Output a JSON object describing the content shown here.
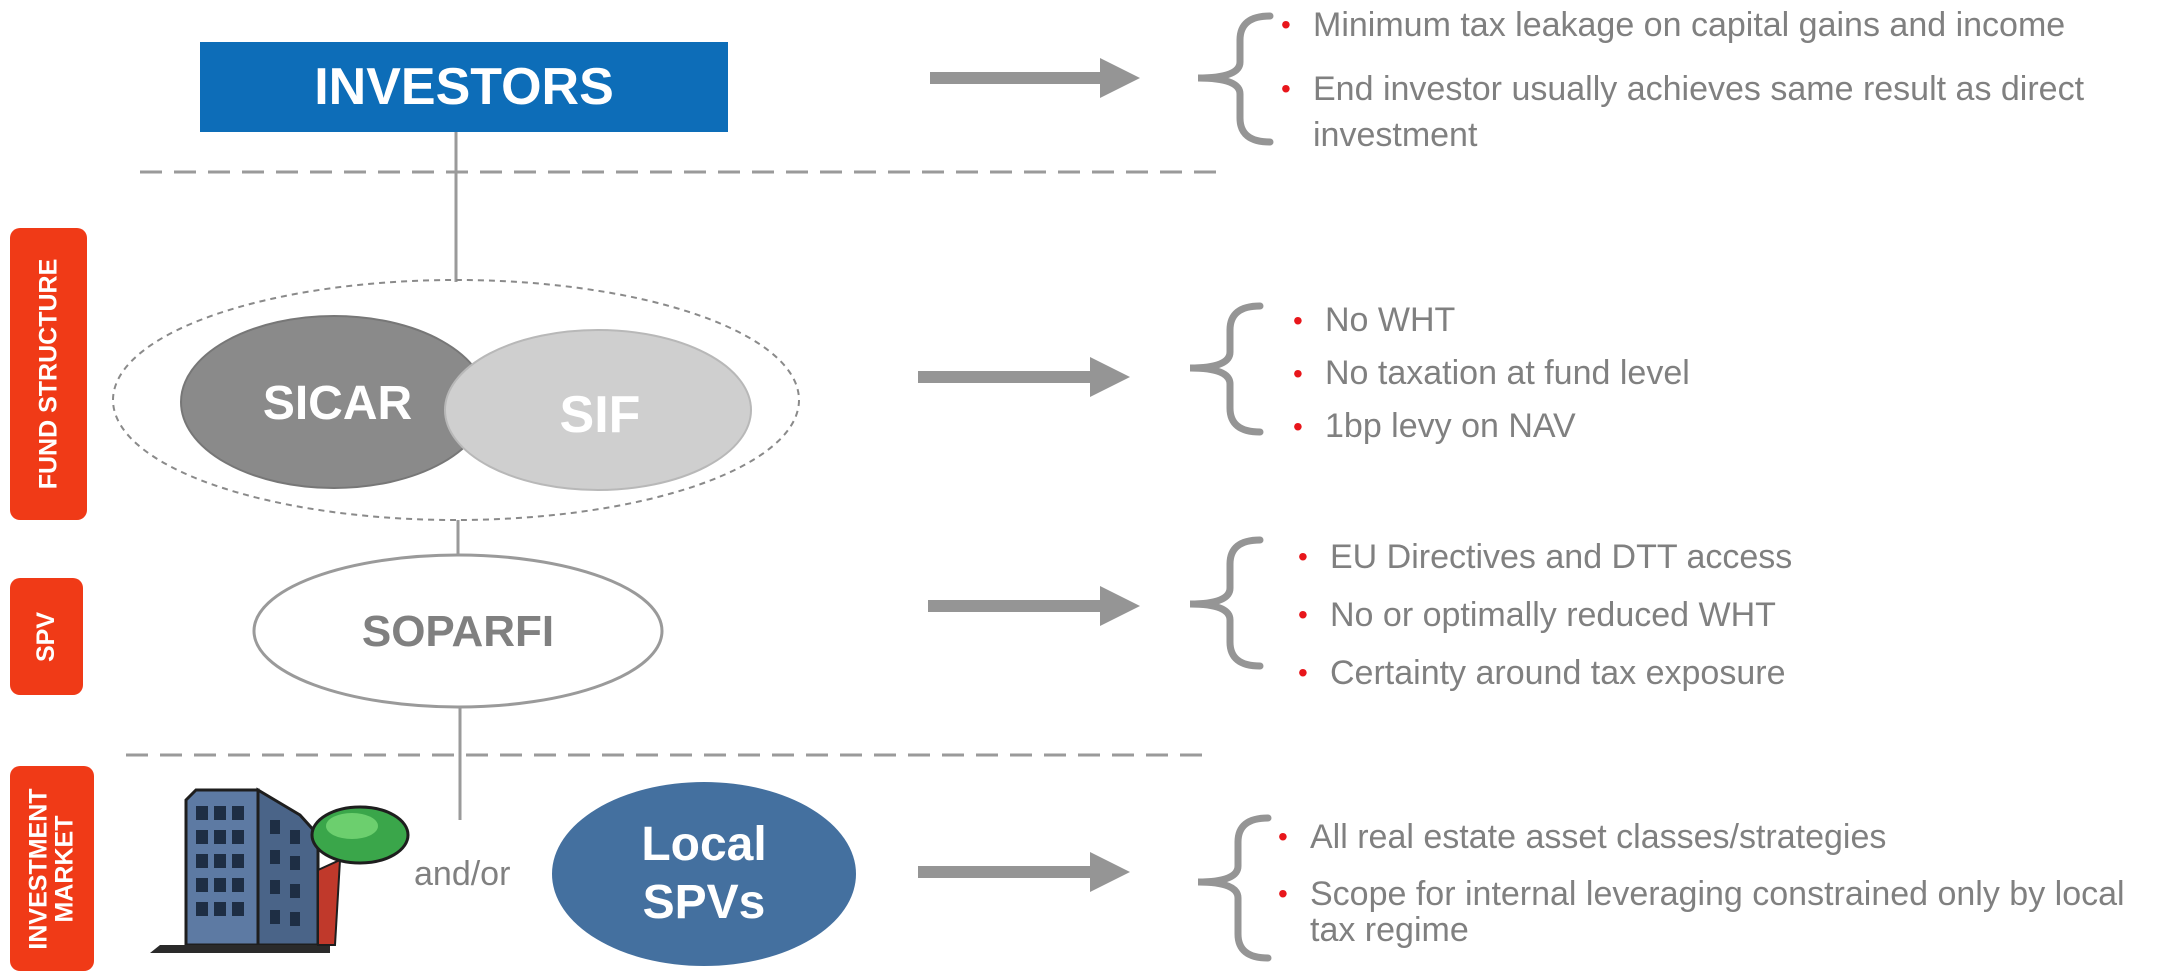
{
  "colors": {
    "investors_box": "#0d6db8",
    "side_label": "#f03a17",
    "arrow": "#959595",
    "sicar": "#8a8a8a",
    "sif": "#cfcfcf",
    "local_spvs": "#44709f",
    "bullet": "#e8161b",
    "text": "#808080"
  },
  "side_labels": {
    "fund_structure": "FUND STRUCTURE",
    "spv": "SPV",
    "investment_market_line1": "INVESTMENT",
    "investment_market_line2": "MARKET"
  },
  "nodes": {
    "investors": "INVESTORS",
    "sicar": "SICAR",
    "sif": "SIF",
    "soparfi": "SOPARFI",
    "and_or": "and/or",
    "local_spvs_line1": "Local",
    "local_spvs_line2": "SPVs",
    "building_icon": "office-building-clipart"
  },
  "benefits": {
    "investors": [
      "Minimum tax leakage on capital gains and income",
      "End investor usually achieves same result as direct investment"
    ],
    "fund": [
      "No WHT",
      "No taxation at fund level",
      "1bp levy on NAV"
    ],
    "spv": [
      "EU Directives and DTT access",
      "No or optimally reduced WHT",
      "Certainty around tax exposure"
    ],
    "market": [
      "All real estate asset classes/strategies",
      "Scope for internal leveraging constrained only by local tax regime"
    ]
  }
}
